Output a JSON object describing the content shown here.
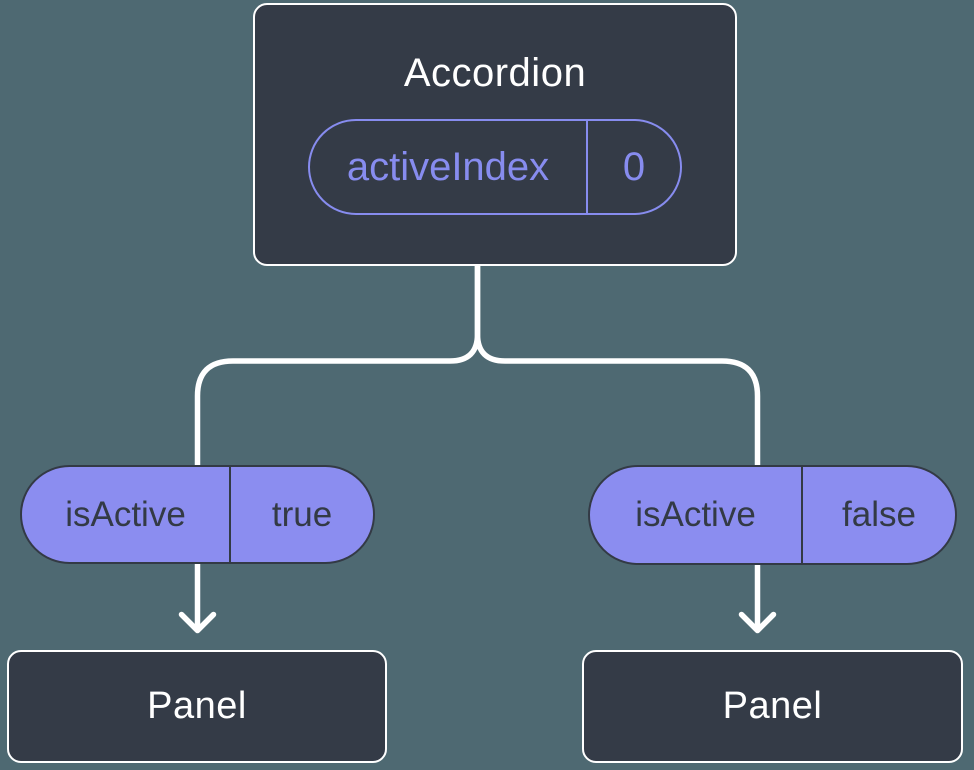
{
  "diagram": {
    "description": "Component tree diagram: Accordion parent passing isActive state to two Panel children",
    "root": {
      "title": "Accordion",
      "prop": {
        "name": "activeIndex",
        "value": "0"
      }
    },
    "children": [
      {
        "prop": {
          "name": "isActive",
          "value": "true"
        },
        "node": "Panel"
      },
      {
        "prop": {
          "name": "isActive",
          "value": "false"
        },
        "node": "Panel"
      }
    ]
  },
  "colors": {
    "background": "#4E6972",
    "node_fill": "#343B47",
    "node_border": "#FFFFFF",
    "pill_fill": "#8B8DF0",
    "pill_outline": "#878CEF",
    "dark_text": "#333A45",
    "light_text": "#FFFFFF",
    "connector": "#FFFFFF"
  }
}
